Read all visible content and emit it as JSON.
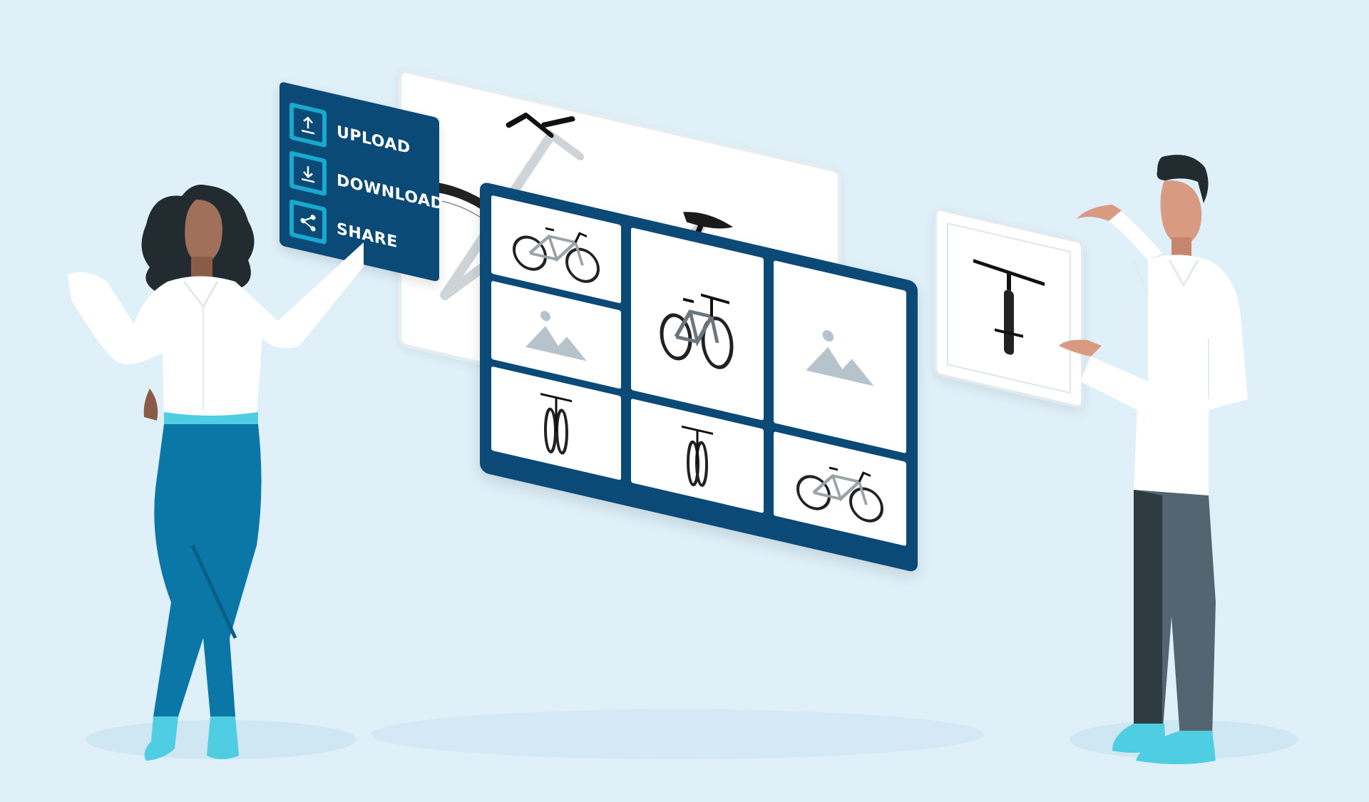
{
  "actions_menu": {
    "items": [
      {
        "label": "UPLOAD",
        "icon": "upload-icon"
      },
      {
        "label": "DOWNLOAD",
        "icon": "download-icon"
      },
      {
        "label": "SHARE",
        "icon": "share-icon"
      }
    ]
  },
  "image_grid": {
    "tiles": [
      {
        "content": "bicycle-side"
      },
      {
        "content": "image-placeholder"
      },
      {
        "content": "bicycle-front"
      },
      {
        "content": "bicycle-three-quarter"
      },
      {
        "content": "bicycle-front"
      },
      {
        "content": "image-placeholder"
      },
      {
        "content": "bicycle-side"
      }
    ]
  },
  "colors": {
    "background": "#dff0f9",
    "panel_navy": "#0b4a76",
    "accent_cyan": "#17a9cf",
    "placeholder_gray": "#b7c3cb",
    "pants_blue": "#0a77a6",
    "shoe_cyan": "#4fcde2"
  }
}
